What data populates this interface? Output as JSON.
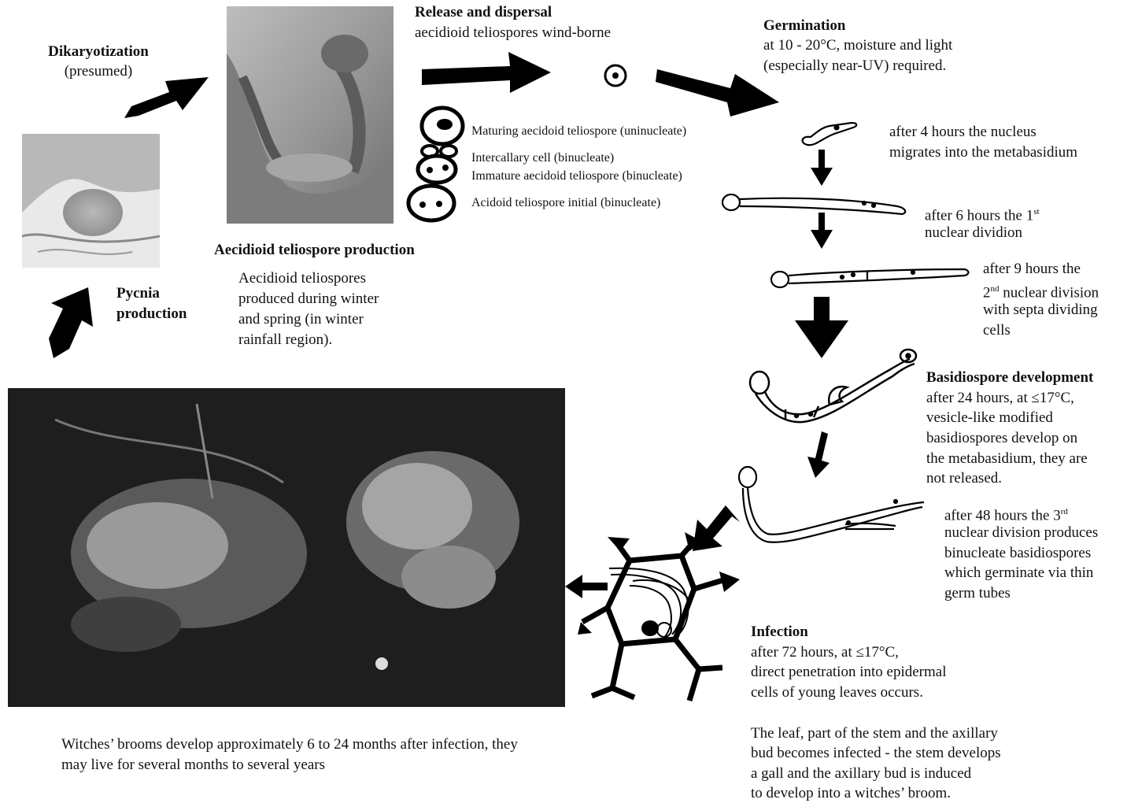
{
  "dikaryotization": {
    "title": "Dikaryotization",
    "sub": "(presumed)"
  },
  "pycnia": {
    "title_line1": "Pycnia",
    "title_line2": "production"
  },
  "aecidioid_production": {
    "title": "Aecidioid teliospore production",
    "body": [
      "Aecidioid teliospores",
      "produced during winter",
      "and spring (in winter",
      "rainfall region)."
    ]
  },
  "release": {
    "title": "Release and dispersal",
    "sub": "aecidioid teliospores wind-borne"
  },
  "spore_chain_labels": {
    "maturing": "Maturing aecidoid teliospore (uninucleate)",
    "intercalary": "Intercallary cell (binucleate)",
    "immature": "Immature aecidoid teliospore (binucleate)",
    "initial": "Acidoid teliospore initial (binucleate)"
  },
  "germination": {
    "title": "Germination",
    "line1": "at 10 - 20°C, moisture and light",
    "line2": "(especially near-UV) required."
  },
  "stages": {
    "h4": [
      "after 4 hours the nucleus",
      "migrates into the metabasidium"
    ],
    "h6_a": "after 6 hours the 1",
    "h6_sup": "st",
    "h6_b": "nuclear dividion",
    "h9_a": "after 9 hours the",
    "h9_b_pre": "2",
    "h9_sup": "nd",
    "h9_b_post": " nuclear  division",
    "h9_c": "with septa dividing",
    "h9_d": "cells",
    "h48_a_pre": "after 48 hours the 3",
    "h48_sup": "rd",
    "h48_rest": [
      "nuclear division produces",
      "binucleate basidiospores",
      "which germinate via thin",
      "germ tubes"
    ]
  },
  "basidiospore": {
    "title": "Basidiospore development",
    "body": [
      "after 24 hours, at ≤17°C,",
      "vesicle-like modified",
      "basidiospores develop on",
      "the metabasidium, they are",
      "not released."
    ]
  },
  "infection": {
    "title": "Infection",
    "body": [
      "after 72 hours, at ≤17°C,",
      "direct penetration into epidermal",
      "cells of young leaves occurs."
    ],
    "body2": [
      "The leaf, part of the stem and the axillary",
      "bud becomes infected - the stem develops",
      "a gall and the axillary bud is induced",
      "to develop into a witches’ broom."
    ]
  },
  "witches_broom": {
    "line1": "Witches’ brooms develop approximately 6  to 24 months after infection, they",
    "line2": "may live for several months to several years"
  }
}
